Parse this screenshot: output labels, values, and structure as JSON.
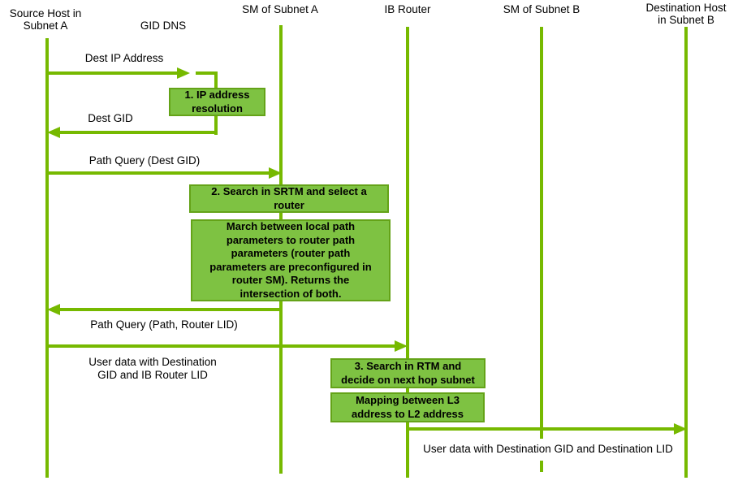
{
  "colors": {
    "line_green": "#76B900",
    "box_fill": "#7EC242",
    "box_border": "#64A318",
    "text": "#000000",
    "background": "#FFFFFF"
  },
  "actors": [
    {
      "name": "source-host",
      "label": "Source Host in\nSubnet A"
    },
    {
      "name": "gid-dns",
      "label": "GID DNS"
    },
    {
      "name": "sm-subnet-a",
      "label": "SM of Subnet A"
    },
    {
      "name": "ib-router",
      "label": "IB Router"
    },
    {
      "name": "sm-subnet-b",
      "label": "SM of Subnet B"
    },
    {
      "name": "destination-host",
      "label": "Destination Host\nin Subnet B"
    }
  ],
  "messages": [
    {
      "name": "dest-ip-address",
      "label": "Dest IP Address",
      "from": "source-host",
      "to": "gid-dns",
      "direction": "right"
    },
    {
      "name": "dest-gid",
      "label": "Dest GID",
      "from": "gid-dns",
      "to": "source-host",
      "direction": "left"
    },
    {
      "name": "path-query-dest-gid",
      "label": "Path Query (Dest GID)",
      "from": "source-host",
      "to": "sm-subnet-a",
      "direction": "right"
    },
    {
      "name": "path-query-path-router-lid",
      "label": "Path Query (Path, Router LID)",
      "from": "sm-subnet-a",
      "to": "source-host",
      "direction": "left"
    },
    {
      "name": "user-data-to-router",
      "label": "User data with Destination\nGID and IB Router LID",
      "from": "source-host",
      "to": "ib-router",
      "direction": "right"
    },
    {
      "name": "user-data-to-destination",
      "label": "User data with Destination GID and Destination LID",
      "from": "ib-router",
      "to": "destination-host",
      "direction": "right"
    }
  ],
  "process_boxes": [
    {
      "name": "ip-address-resolution",
      "label": "1. IP address\nresolution"
    },
    {
      "name": "search-srtm",
      "label": "2. Search in SRTM and select a\nrouter"
    },
    {
      "name": "march-path-parameters",
      "label": "March between local path\nparameters to router path\nparameters (router path\nparameters are preconfigured in\nrouter SM). Returns the\nintersection of both."
    },
    {
      "name": "search-rtm",
      "label": "3. Search in RTM and\ndecide on next hop subnet"
    },
    {
      "name": "l3-l2-mapping",
      "label": "Mapping between L3\naddress to L2 address"
    }
  ]
}
